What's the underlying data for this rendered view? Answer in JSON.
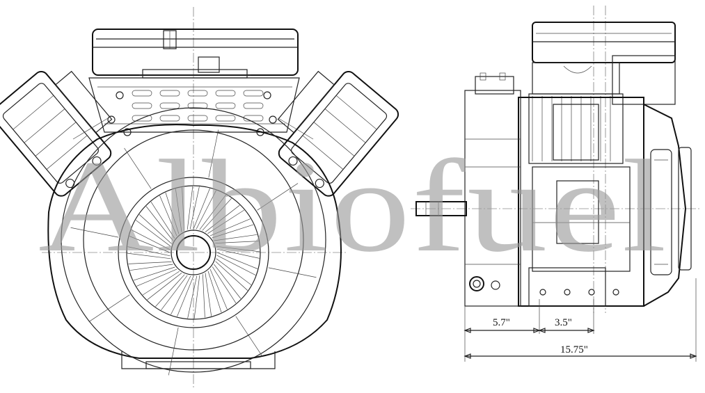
{
  "watermark": "Albiofuel",
  "dimensions": {
    "dim_a": "5.7\"",
    "dim_b": "3.5\"",
    "dim_total": "15.75\""
  },
  "colors": {
    "line": "#222222",
    "watermark": "#9a9a9a",
    "background": "#ffffff"
  }
}
